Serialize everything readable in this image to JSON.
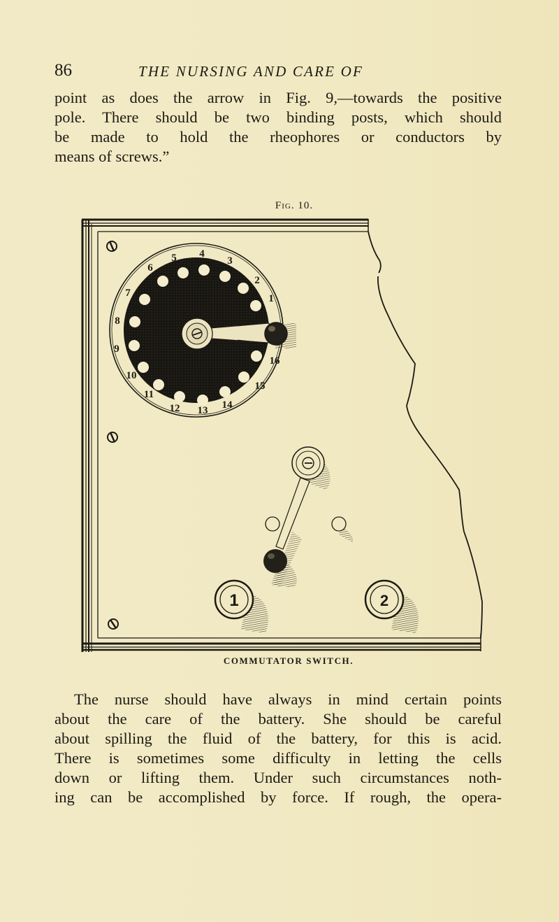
{
  "running_head": {
    "page_number": "86",
    "title": "THE NURSING AND CARE OF"
  },
  "paragraph_1": {
    "lines": [
      "point as does the arrow in Fig. 9,—towards the positive",
      "pole.  There should be two binding posts, which should",
      "be made to hold the rheophores or conductors by",
      "means of screws.”"
    ]
  },
  "figure": {
    "label": "Fig. 10.",
    "caption": "COMMUTATOR SWITCH.",
    "dial_numbers": [
      "1",
      "2",
      "3",
      "4",
      "5",
      "6",
      "7",
      "8",
      "9",
      "10",
      "11",
      "12",
      "13",
      "14",
      "15",
      "16"
    ],
    "terminals": [
      "1",
      "2"
    ],
    "colors": {
      "ink": "#1c1a14",
      "paper": "#f1e9c3"
    }
  },
  "paragraph_2": {
    "lines": [
      "The nurse should have always in mind certain points",
      "about the care of the battery.  She should be careful",
      "about spilling the fluid of the battery, for this is acid.",
      "There is sometimes some difficulty in letting the cells",
      "down or lifting them.  Under such circumstances noth-",
      "ing can be accomplished by force.  If rough, the opera-"
    ]
  }
}
